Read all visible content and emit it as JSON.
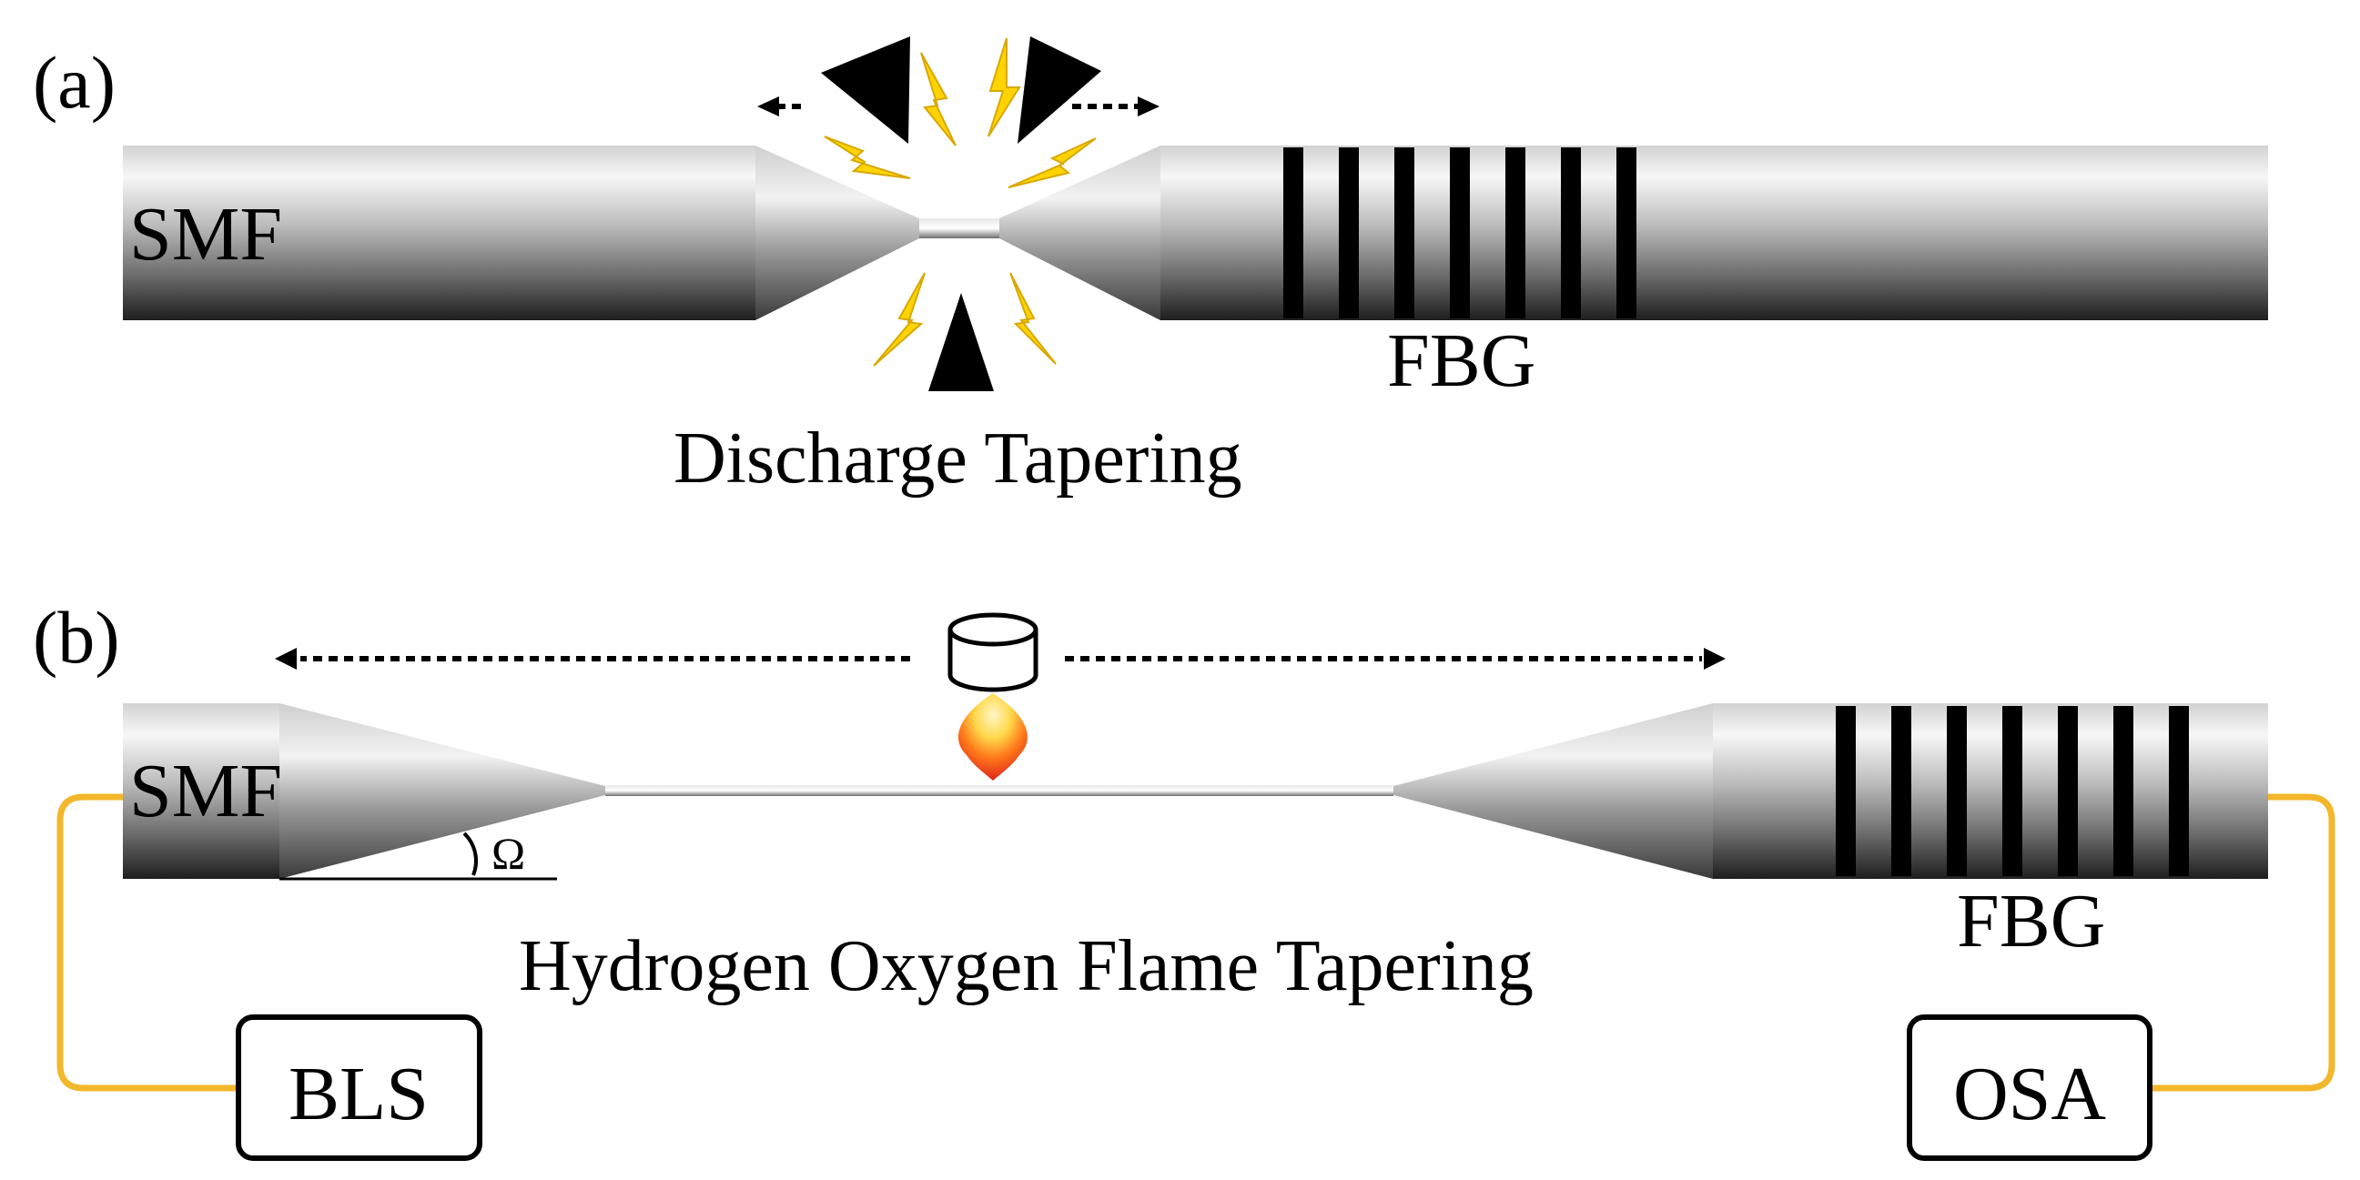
{
  "panel_a": {
    "label": "(a)",
    "fiber_label": "SMF",
    "grating_label": "FBG",
    "caption": "Discharge Tapering",
    "grating_lines": 7,
    "electrode_icon": "electrode-triangle-icon",
    "spark_icon": "lightning-bolt-icon"
  },
  "panel_b": {
    "label": "(b)",
    "fiber_label": "SMF",
    "grating_label": "FBG",
    "angle_symbol": "Ω",
    "caption": "Hydrogen Oxygen Flame Tapering",
    "source_box": "BLS",
    "analyzer_box": "OSA",
    "grating_lines": 7,
    "torch_icon": "flame-torch-icon"
  },
  "colors": {
    "lead_wire": "#f2b72a",
    "spark": "#ffd400",
    "fiber_light": "#f5f5f5",
    "fiber_dark": "#1e1e1e",
    "grating": "#000000"
  }
}
